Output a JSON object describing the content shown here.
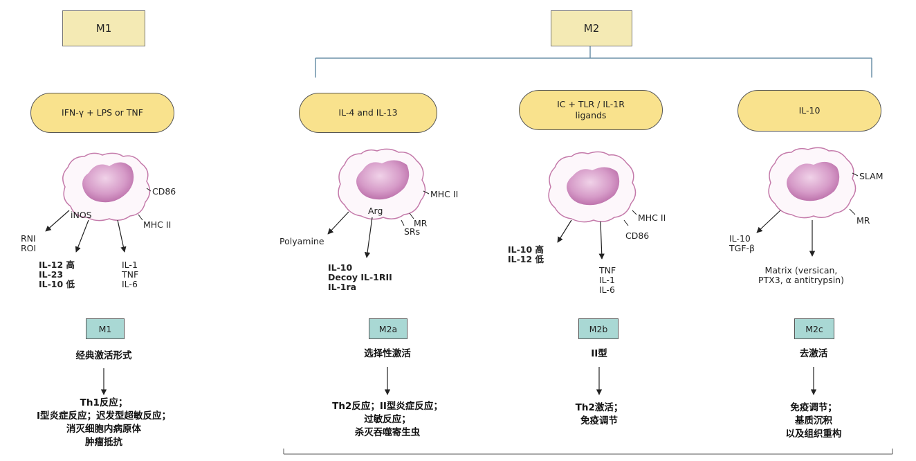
{
  "header": {
    "m1": "M1",
    "m2": "M2"
  },
  "columns": [
    {
      "stimulus_lines": [
        "IFN-γ + LPS or TNF"
      ],
      "cell_markers": [
        "CD86",
        "MHC II"
      ],
      "enzyme": "iNOS",
      "product_groups": [
        [
          "RNI",
          "ROI"
        ],
        [
          "IL-12 高",
          "IL-23",
          "IL-10 低"
        ],
        [
          "IL-1",
          "TNF",
          "IL-6"
        ]
      ],
      "subtype": "M1",
      "activation": "经典激活形式",
      "function_lines": [
        "Th1反应；",
        "I型炎症反应；迟发型超敏反应；",
        "消灭细胞内病原体",
        "肿瘤抵抗"
      ]
    },
    {
      "stimulus_lines": [
        "IL-4 and IL-13"
      ],
      "cell_markers": [
        "MHC II",
        "MR",
        "SRs"
      ],
      "enzyme": "Arg",
      "product_groups": [
        [
          "Polyamine"
        ],
        [
          "IL-10",
          "Decoy IL-1RII",
          "IL-1ra"
        ]
      ],
      "subtype": "M2a",
      "activation": "选择性激活",
      "function_lines": [
        "Th2反应；II型炎症反应；",
        "过敏反应；",
        "杀灭吞噬寄生虫"
      ]
    },
    {
      "stimulus_lines": [
        "IC + TLR / IL-1R",
        "ligands"
      ],
      "cell_markers": [
        "MHC II",
        "CD86"
      ],
      "enzyme": "",
      "product_groups": [
        [
          "IL-10 高",
          "IL-12 低"
        ],
        [
          "TNF",
          "IL-1",
          "IL-6"
        ]
      ],
      "subtype": "M2b",
      "activation": "II型",
      "function_lines": [
        "Th2激活；",
        "免疫调节"
      ]
    },
    {
      "stimulus_lines": [
        "IL-10"
      ],
      "cell_markers": [
        "SLAM",
        "MR"
      ],
      "enzyme": "",
      "product_groups": [
        [
          "IL-10",
          "TGF-β"
        ],
        [
          "Matrix (versican,",
          "PTX3, α antitrypsin)"
        ]
      ],
      "subtype": "M2c",
      "activation": "去激活",
      "function_lines": [
        "免疫调节；",
        "基质沉积",
        "以及组织重构"
      ]
    }
  ],
  "colors": {
    "header_box": "#f4eab4",
    "stimulus_pill": "#f9e28d",
    "subtype_box": "#a9d8d4",
    "cell_membrane": "#c47aaa",
    "cell_fill": "#fdf7fb",
    "nucleus": "#c97cb6",
    "bracket": "#6b90a8"
  }
}
